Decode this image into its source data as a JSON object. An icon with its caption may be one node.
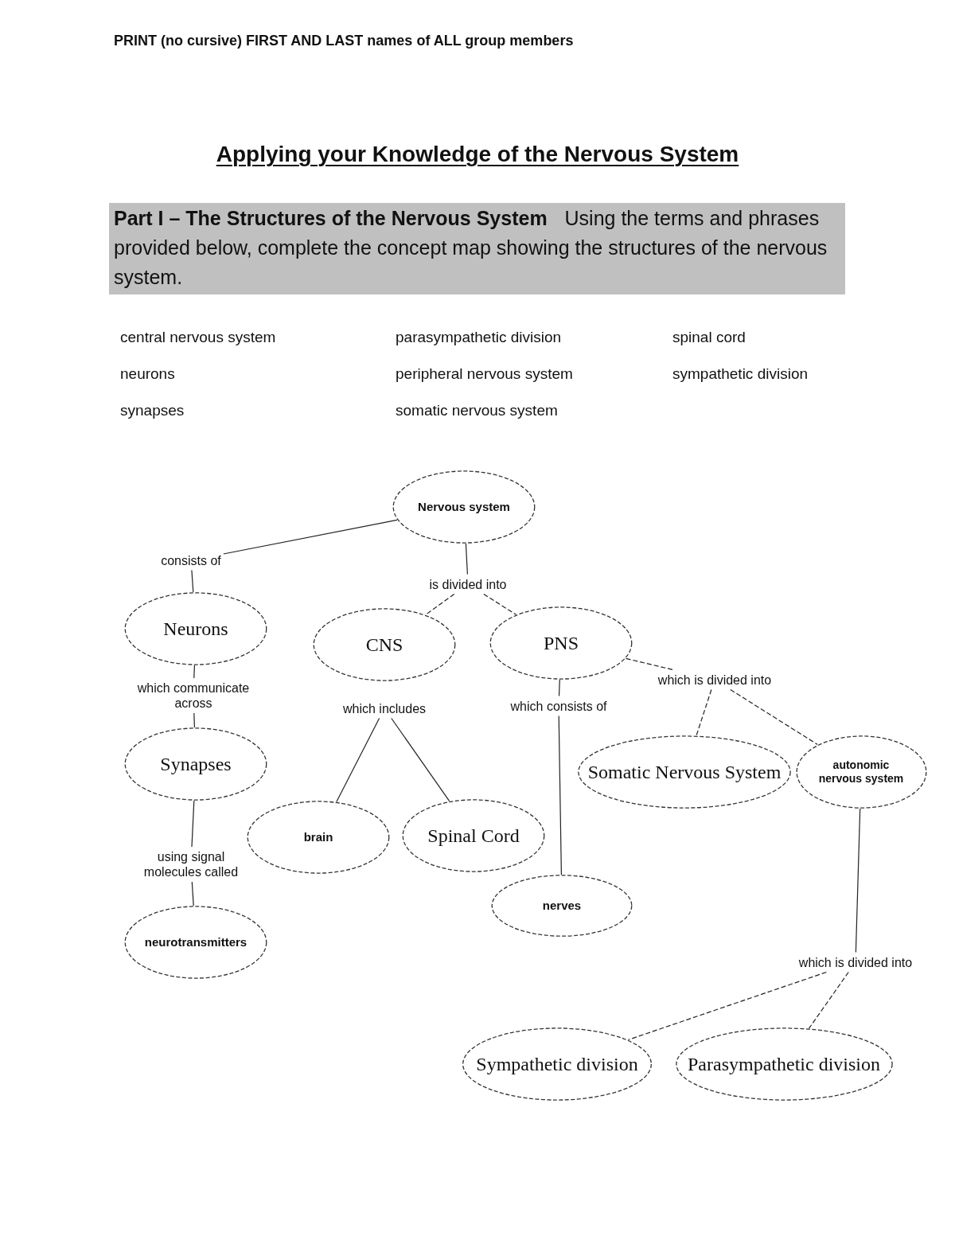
{
  "diagram": {
    "title": "Applying your Knowledge of the Nervous System",
    "nodes": [
      {
        "text": [
          "Nervous system"
        ]
      },
      {
        "text": [
          "consists of"
        ]
      },
      {
        "text": [
          "is divided into"
        ]
      },
      {
        "text": [
          "Neurons"
        ]
      },
      {
        "text": [
          "CNS"
        ]
      },
      {
        "text": [
          "PNS"
        ]
      },
      {
        "text": [
          "which communicate across"
        ]
      },
      {
        "text": [
          "which includes"
        ]
      },
      {
        "text": [
          "which consists of"
        ]
      },
      {
        "text": [
          "which is divided into"
        ]
      },
      {
        "text": [
          "Synapses"
        ]
      },
      {
        "text": [
          "brain"
        ]
      },
      {
        "text": [
          "Spinal Cord"
        ]
      },
      {
        "text": [
          "Somatic Nervous System"
        ]
      },
      {
        "text": [
          "autonomic nervous system"
        ]
      },
      {
        "text": [
          "using signal molecules called"
        ]
      },
      {
        "text": [
          "nerves"
        ]
      },
      {
        "text": [
          "neurotransmitters"
        ]
      },
      {
        "text": [
          "which is divided into"
        ]
      },
      {
        "text": [
          "Sympathetic division"
        ]
      },
      {
        "text": [
          "Parasympathetic division"
        ]
      }
    ],
    "edges": [
      {
        "from": 0,
        "to": 1,
        "arrow": "none"
      },
      {
        "from": 1,
        "to": 3,
        "arrow": "none"
      },
      {
        "from": 0,
        "to": 2,
        "arrow": "none"
      },
      {
        "from": 2,
        "to": 4,
        "arrow": "none",
        "style": "dashed"
      },
      {
        "from": 2,
        "to": 5,
        "arrow": "none",
        "style": "dashed"
      },
      {
        "from": 3,
        "to": 6,
        "arrow": "none"
      },
      {
        "from": 6,
        "to": 10,
        "arrow": "none"
      },
      {
        "from": 7,
        "to": 11,
        "arrow": "none"
      },
      {
        "from": 7,
        "to": 12,
        "arrow": "none"
      },
      {
        "from": 5,
        "to": 8,
        "arrow": "none"
      },
      {
        "from": 8,
        "to": 16,
        "arrow": "none"
      },
      {
        "from": 5,
        "to": 9,
        "arrow": "none",
        "style": "dashed"
      },
      {
        "from": 9,
        "to": 13,
        "arrow": "none",
        "style": "dashed"
      },
      {
        "from": 9,
        "to": 14,
        "arrow": "none",
        "style": "dashed"
      },
      {
        "from": 10,
        "to": 15,
        "arrow": "none"
      },
      {
        "from": 15,
        "to": 17,
        "arrow": "none"
      },
      {
        "from": 14,
        "to": 18,
        "arrow": "none"
      },
      {
        "from": 18,
        "to": 19,
        "arrow": "none",
        "style": "dashed"
      },
      {
        "from": 18,
        "to": 20,
        "arrow": "none",
        "style": "dashed"
      }
    ],
    "labels": [
      "PRINT (no cursive) FIRST AND LAST names of ALL group members",
      "**Part I – The Structures of the Nervous System** Using the terms and phrases provided below, complete the concept map showing the structures of the nervous system.",
      "central nervous system",
      "parasympathetic division",
      "spinal cord",
      "neurons",
      "peripheral nervous system",
      "sympathetic division",
      "synapses",
      "somatic nervous system"
    ]
  }
}
